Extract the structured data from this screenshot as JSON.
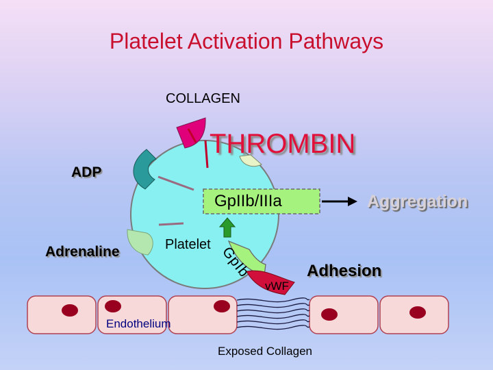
{
  "title": "Platelet Activation Pathways",
  "labels": {
    "collagen": "COLLAGEN",
    "thrombin": "THROMBIN",
    "adp": "ADP",
    "gpiibiiia": "GpIIb/IIIa",
    "aggregation": "Aggregation",
    "adrenaline": "Adrenaline",
    "platelet": "Platelet",
    "gpib": "GpIb",
    "adhesion": "Adhesion",
    "vwf": "vWF",
    "endothelium": "Endothelium",
    "exposed_collagen": "Exposed Collagen"
  },
  "colors": {
    "title": "#c8102e",
    "platelet": "#88f0f0",
    "thrombin": "#e0103a",
    "collagen_receptor": "#e0007a",
    "adp_receptor": "#2a9a9a",
    "adrenaline_receptor": "#b4e6b0",
    "thrombin_receptor": "#e8f4c8",
    "gpiibiiia_fill": "#a6f27f",
    "aggregation_arrow": "#000000",
    "gpiibiiia_arrow": "#2a9a2a",
    "endothelial_cell": "#f7d9d9",
    "nucleus": "#99001f",
    "pointer_line": "#9a6a80"
  },
  "diagram": {
    "platelet_cell": "circle-with-receptors",
    "endothelial_cells": 5,
    "icons": [
      "collagen-receptor",
      "adp-receptor",
      "adrenaline-receptor",
      "thrombin-receptor",
      "arrow-right-icon",
      "arrow-up-icon"
    ]
  }
}
